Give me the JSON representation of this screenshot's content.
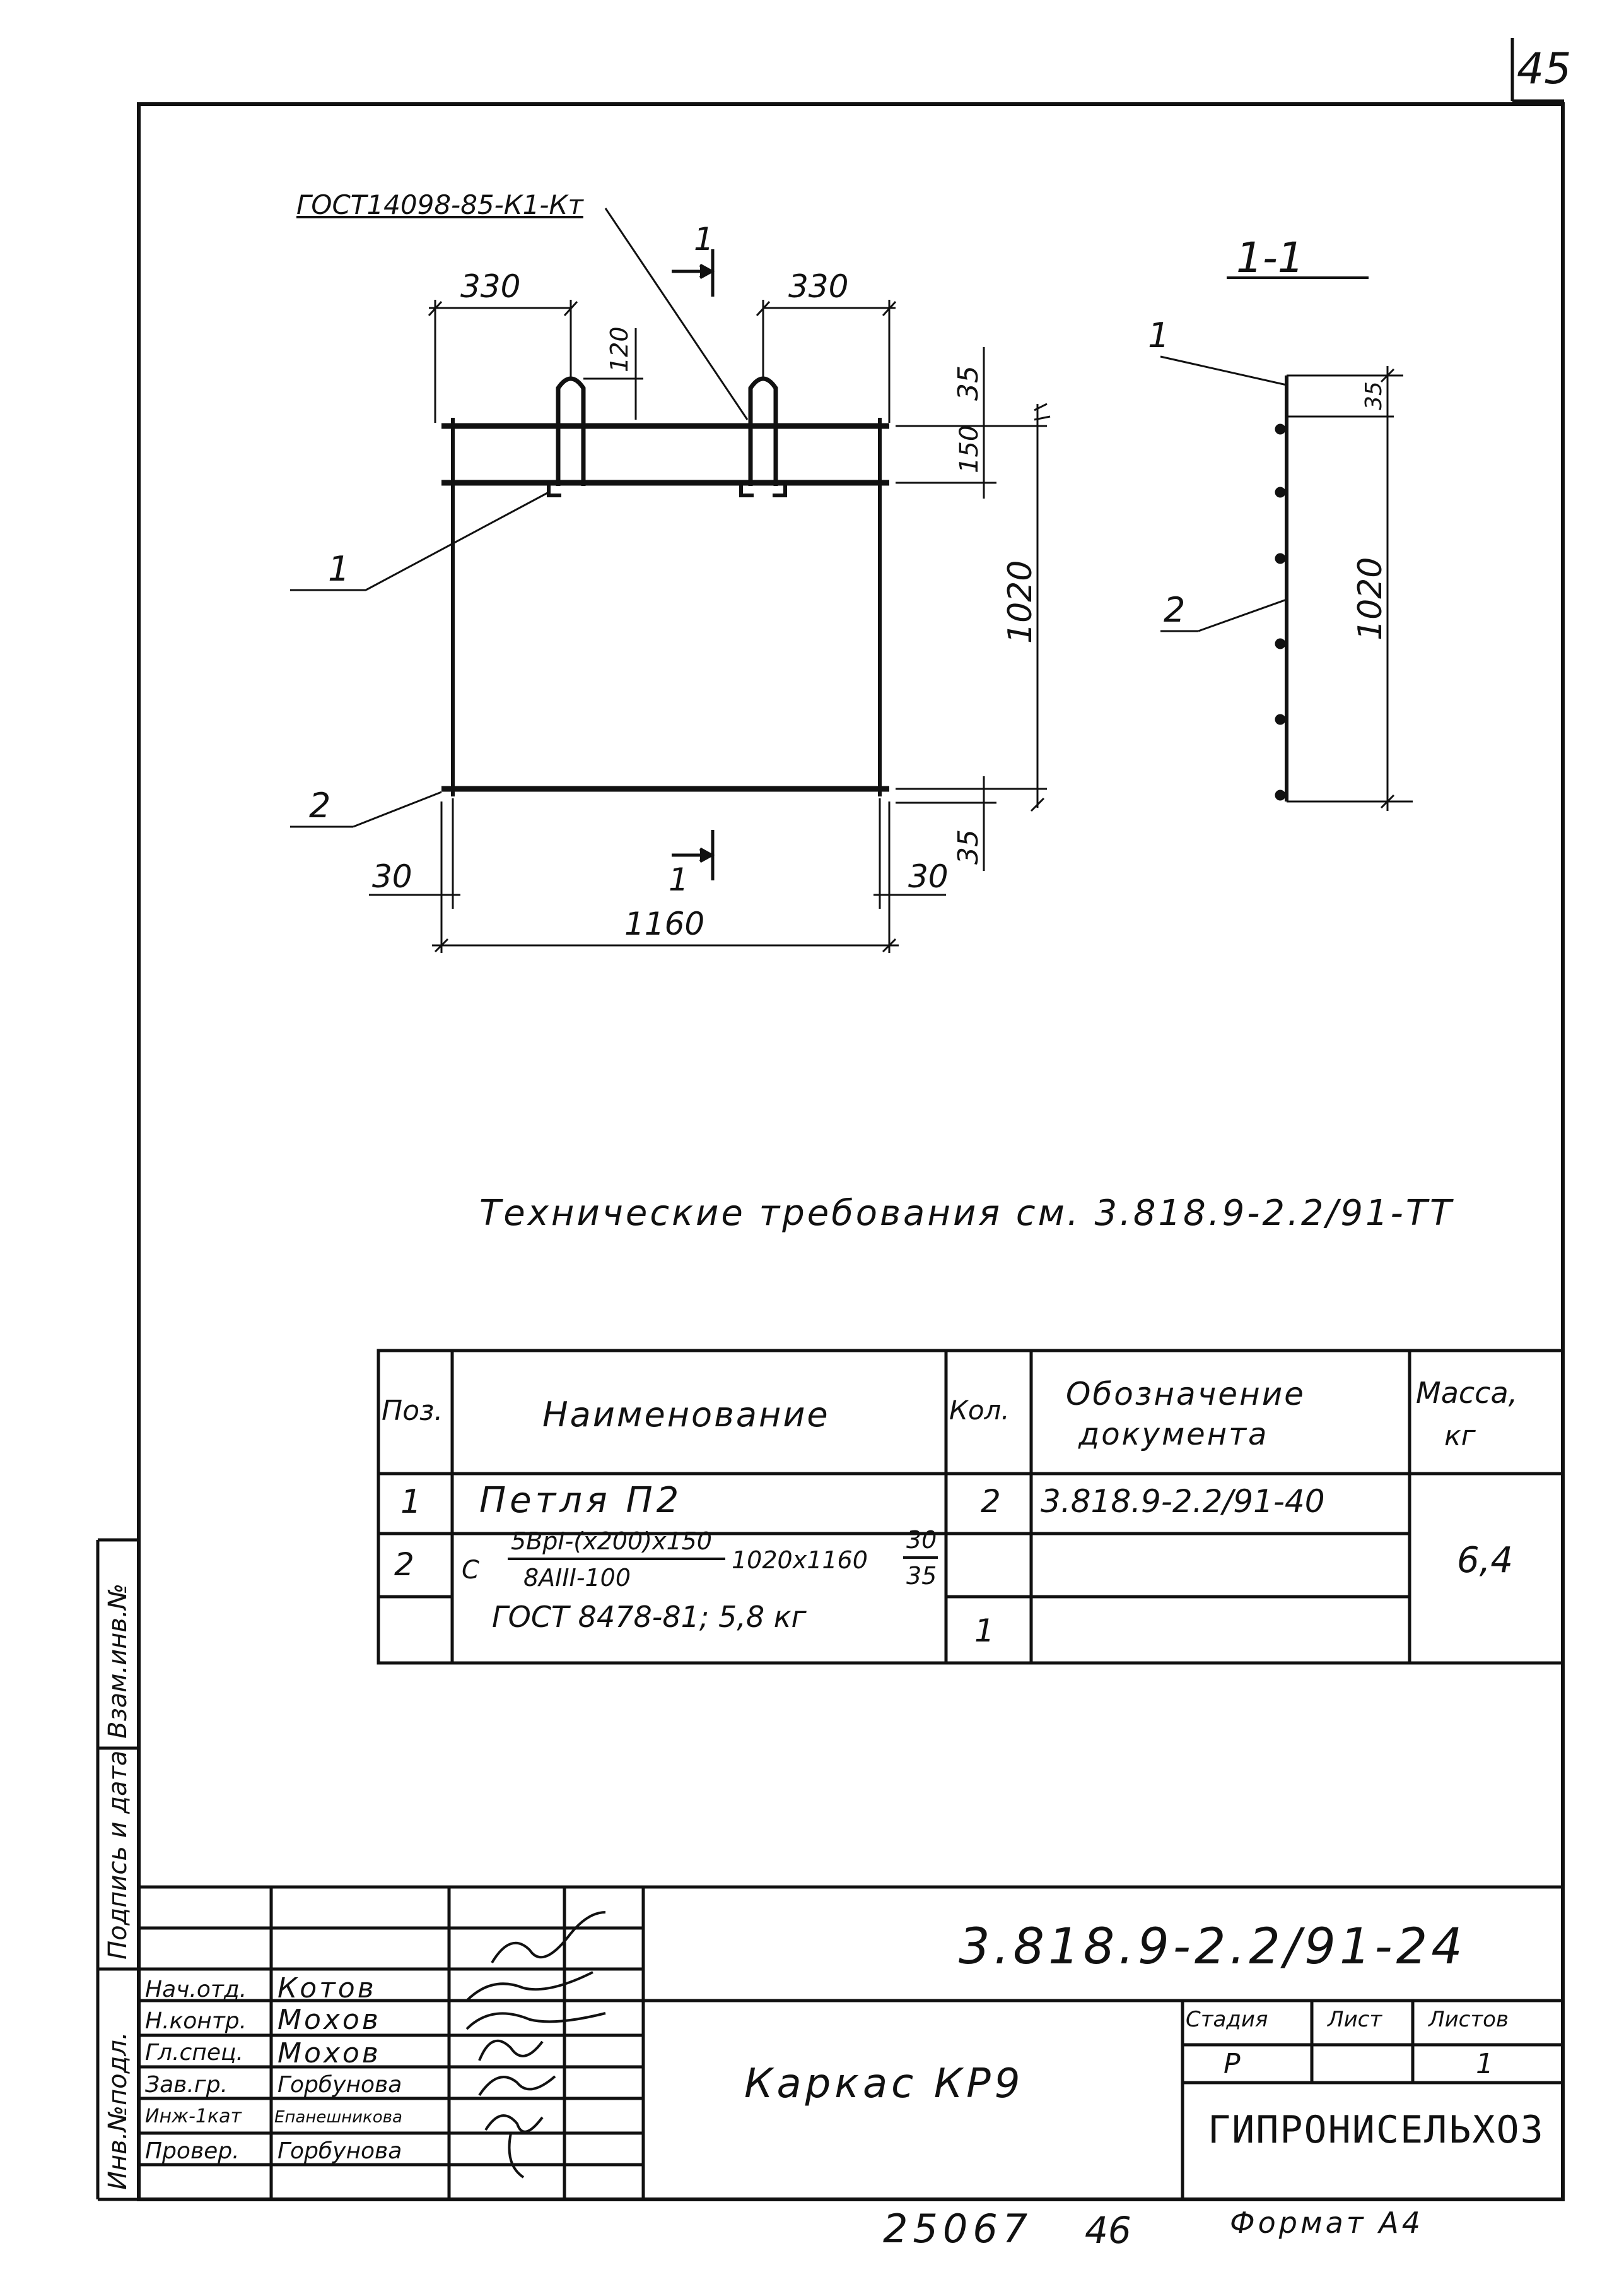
{
  "page_number": "45",
  "drawing": {
    "gost_callout": "ГОСТ14098-85-К1-Кт",
    "section_marker": "1",
    "section_title": "1-1",
    "pos_1": "1",
    "pos_2": "2",
    "dims": {
      "d330_left": "330",
      "d330_right": "330",
      "d120": "120",
      "d35_top": "35",
      "d150": "150",
      "d1020": "1020",
      "d35_bottom": "35",
      "d30_left": "30",
      "d30_right": "30",
      "d1160": "1160",
      "sec_d35": "35",
      "sec_d1020": "1020"
    }
  },
  "tech_requirements": "Технические требования см. 3.818.9-2.2/91-ТТ",
  "spec_table": {
    "headers": {
      "pos": "Поз.",
      "name": "Наименование",
      "qty": "Кол.",
      "doc_line1": "Обозначение",
      "doc_line2": "документа",
      "mass_line1": "Масса,",
      "mass_line2": "кг"
    },
    "rows": [
      {
        "pos": "1",
        "name": "Петля П2",
        "qty": "2",
        "doc": "3.818.9-2.2/91-40"
      },
      {
        "pos": "2",
        "name_prefix": "С",
        "frac_top": "5ВрI-(x200)x150",
        "frac_bottom": "8АIII-100",
        "name_mid": "1020x1160",
        "frac2_top": "30",
        "frac2_bottom": "35",
        "qty": "",
        "doc": ""
      },
      {
        "pos": "",
        "name": "ГОСТ 8478-81; 5,8 кг",
        "qty": "1",
        "doc": ""
      }
    ],
    "mass": "6,4"
  },
  "side_stamp": {
    "inv_orig": "Инв.№подл.",
    "sign_date": "Подпись и дата",
    "inv_replace": "Взам.инв.№"
  },
  "title_block": {
    "doc_code": "3.818.9-2.2/91-24",
    "roles": [
      "Нач.отд.",
      "Н.контр.",
      "Гл.спец.",
      "Зав.гр.",
      "Инж-1кат",
      "Провер."
    ],
    "names": [
      "Котов",
      "Мохов",
      "Мохов",
      "Горбунова",
      "Епанешникова",
      "Горбунова"
    ],
    "item_name": "Каркас КР9",
    "stage_label": "Стадия",
    "sheet_label": "Лист",
    "sheets_label": "Листов",
    "stage": "Р",
    "sheet": "",
    "sheets": "1",
    "organization": "ГИПРОНИСЕЛЬХОЗ"
  },
  "footer": {
    "number": "25067",
    "copy": "46",
    "format": "Формат А4"
  }
}
